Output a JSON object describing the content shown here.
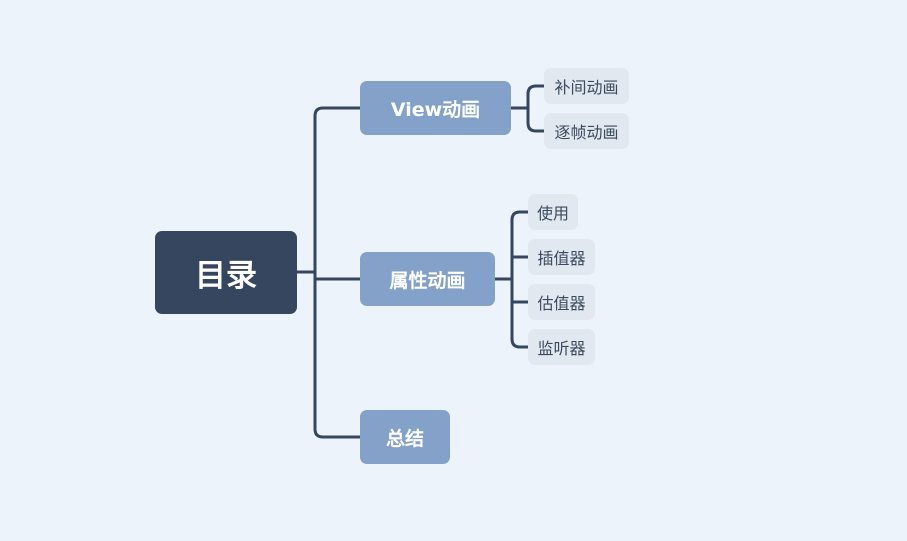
{
  "root": {
    "label": "目录"
  },
  "branches": [
    {
      "label": "View动画",
      "children": [
        "补间动画",
        "逐帧动画"
      ]
    },
    {
      "label": "属性动画",
      "children": [
        "使用",
        "插值器",
        "估值器",
        "监听器"
      ]
    },
    {
      "label": "总结",
      "children": []
    }
  ],
  "colors": {
    "root": "#35465e",
    "branch": "#84a1c9",
    "leaf": "#e1e8f0",
    "line": "#35465e",
    "background": "#edf3fa"
  }
}
